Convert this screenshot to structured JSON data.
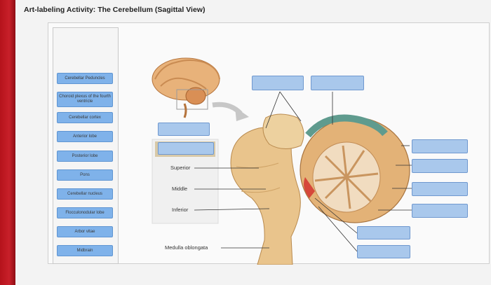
{
  "title": "Art-labeling Activity: The Cerebellum (Sagittal View)",
  "word_bank": [
    "Cerebellar Peduncles",
    "Choroid plexus of the fourth ventricle",
    "Cerebellar cortex",
    "Anterior lobe",
    "Posterior lobe",
    "Pons",
    "Cerebellar nucleus",
    "Flocculonodular lobe",
    "Arbor vitae",
    "Midbrain"
  ],
  "diagram_labels": {
    "superior": "Superior",
    "middle": "Middle",
    "inferior": "Inferior",
    "medulla": "Medulla oblongata"
  },
  "colors": {
    "chip_fill": "#7fb2ea",
    "drop_zone_fill": "#a9c8ec",
    "side_strip": "#c8202a"
  }
}
